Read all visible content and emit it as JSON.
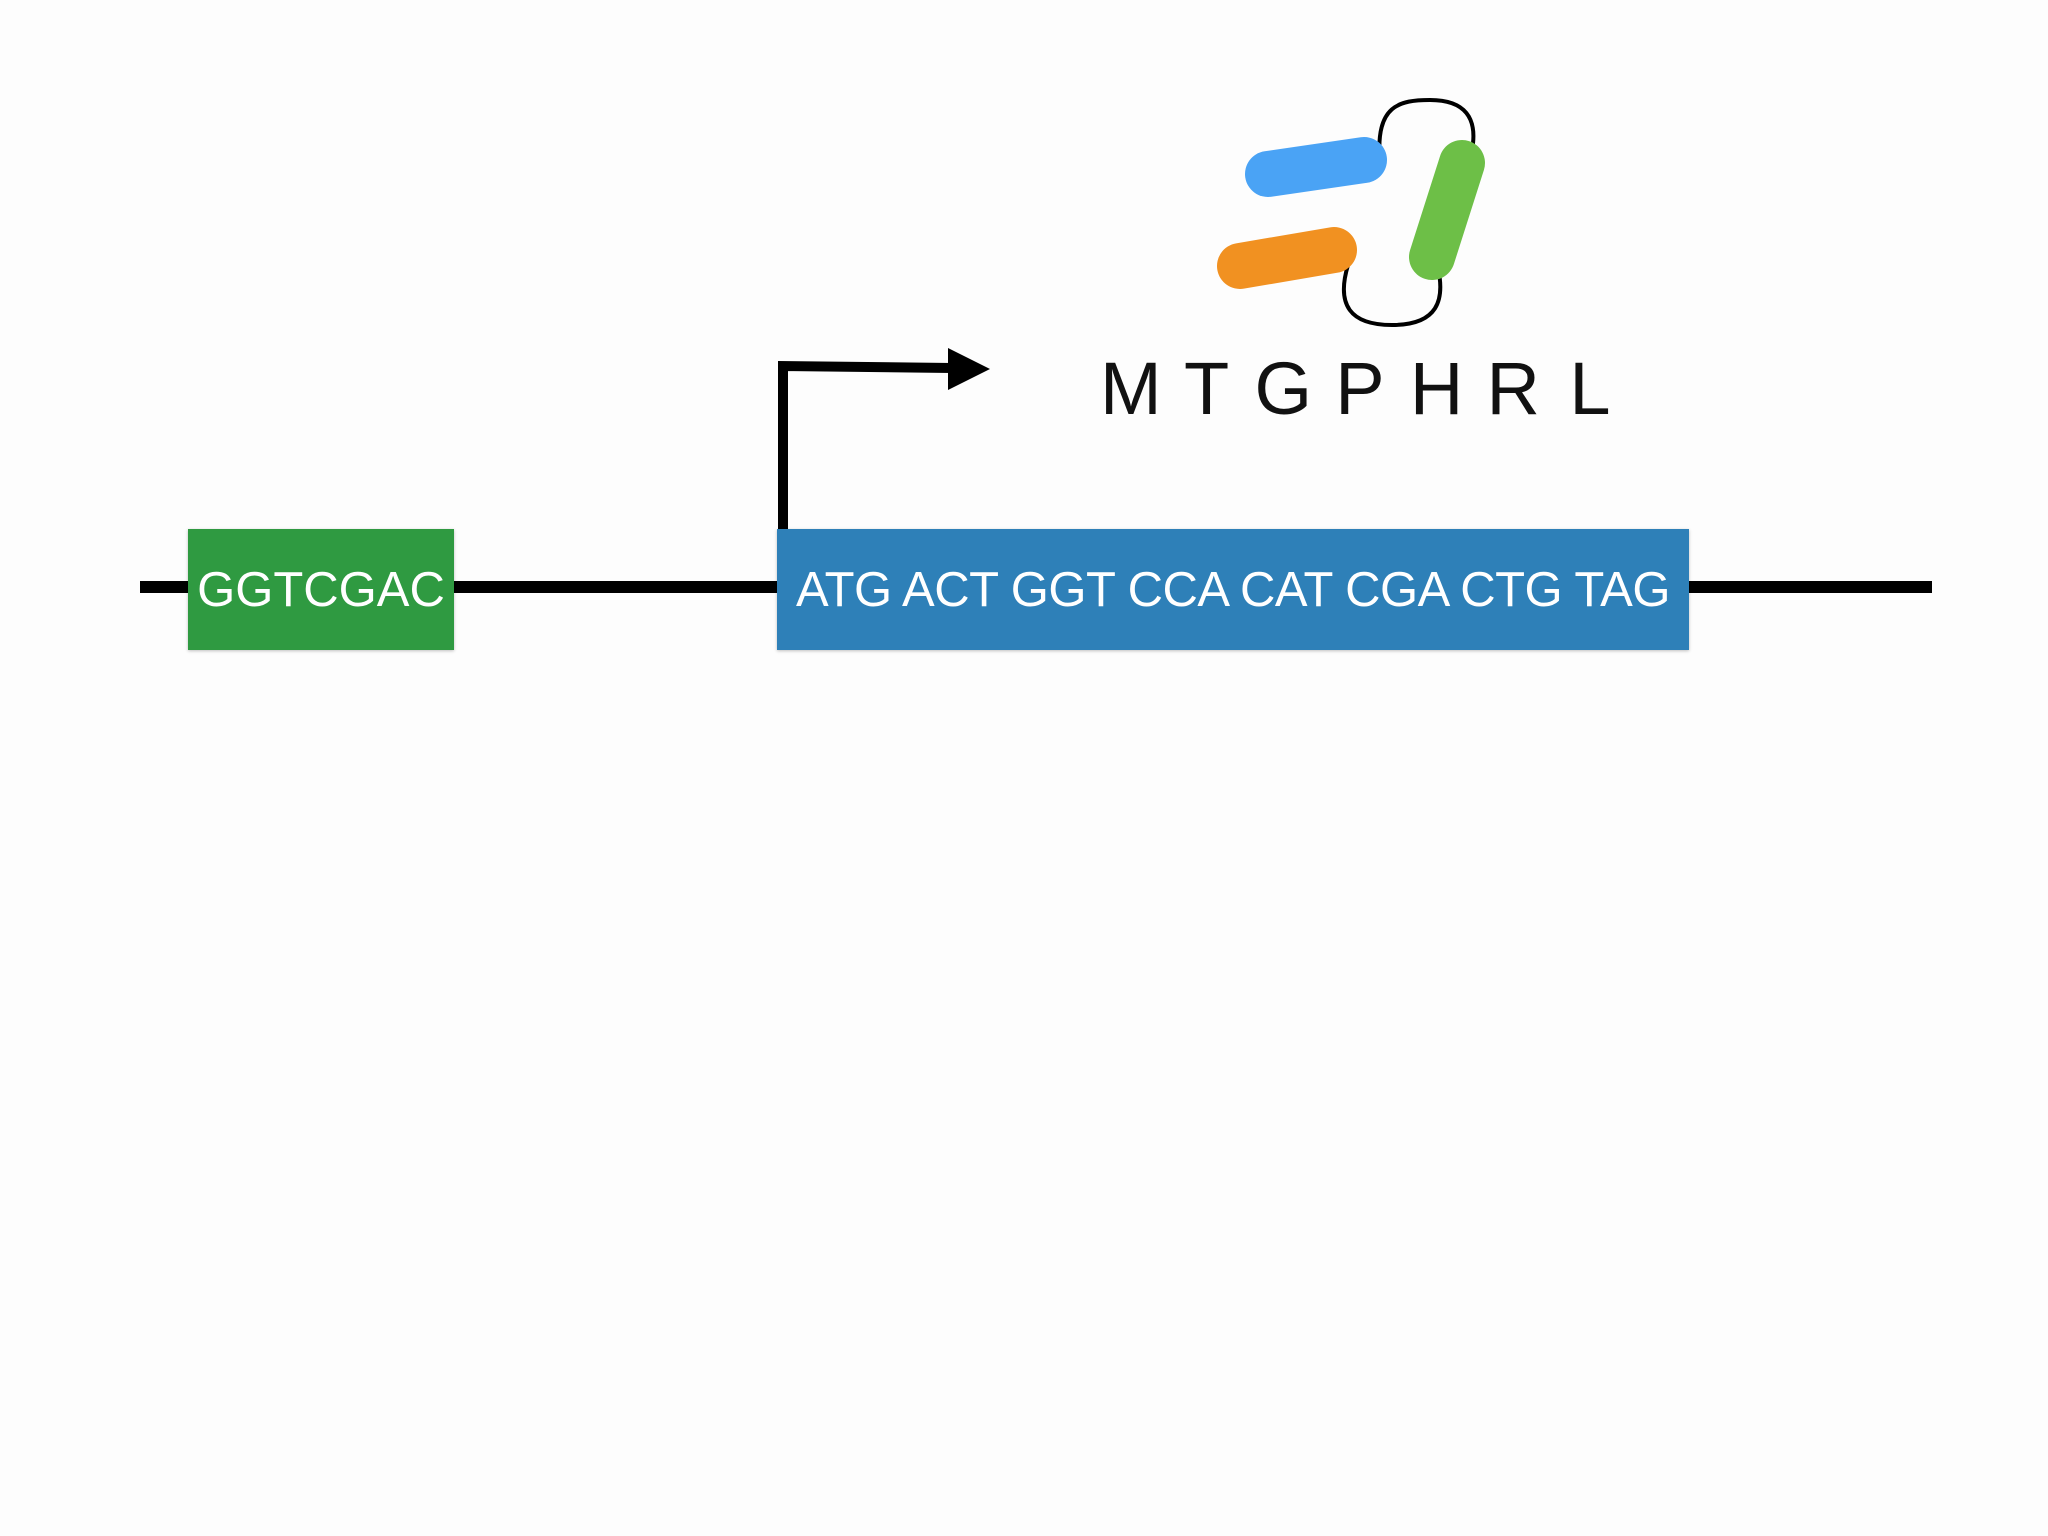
{
  "diagram": {
    "binding_site": {
      "label": "GGTCGAC",
      "color": "#2f9a41"
    },
    "coding_sequence": {
      "label": "ATG ACT GGT CCA CAT CGA CTG TAG",
      "color": "#2e80b8"
    },
    "promoter_arrow_icon": "bent-arrow-icon",
    "protein_icon": "folded-protein-icon",
    "protein_segment_colors": [
      "#4aa3f5",
      "#f19121",
      "#6dbf47"
    ],
    "peptide": {
      "residues": [
        "M",
        "T",
        "G",
        "P",
        "H",
        "R",
        "L"
      ]
    },
    "dna_line_color": "#000000"
  }
}
